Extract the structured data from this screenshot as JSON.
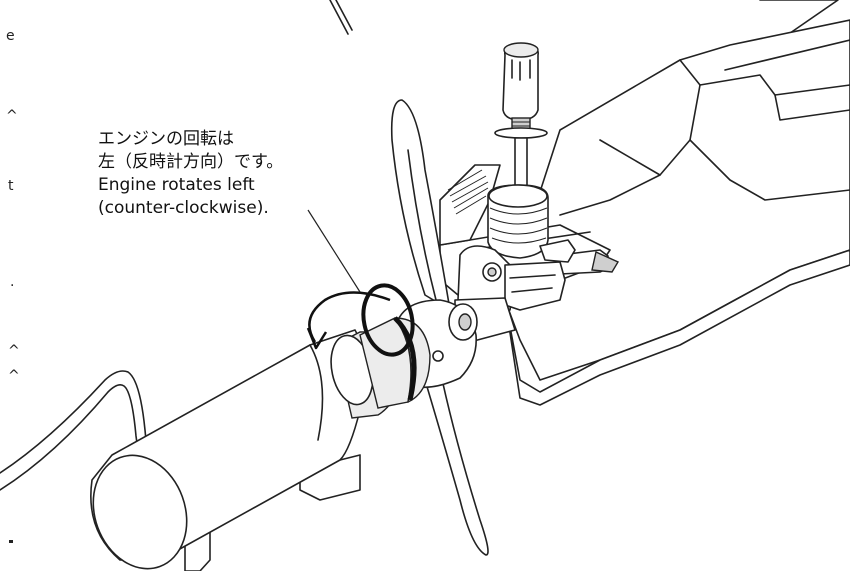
{
  "callout": {
    "line1": "エンジンの回転は",
    "line2": "左（反時計方向）です。",
    "line3": "Engine rotates left",
    "line4": "(counter-clockwise)."
  },
  "colors": {
    "line": "#222222",
    "shade": "#cfcfcf",
    "background": "#ffffff"
  }
}
